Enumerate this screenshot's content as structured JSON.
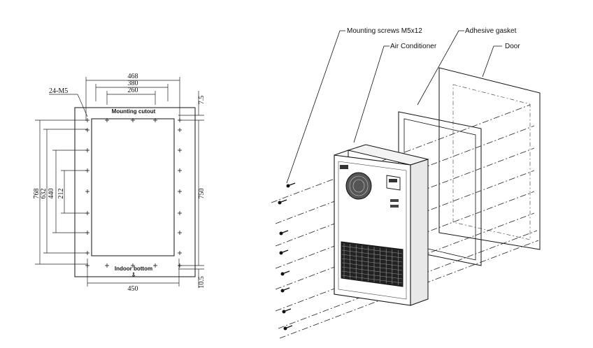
{
  "drawing": {
    "screw_spec": "24-M5",
    "cutout_label": "Mounting cutout",
    "bottom_label": "Indoor bottom",
    "dims_top": [
      "468",
      "380",
      "260"
    ],
    "dim_bottom": "450",
    "dims_left": [
      "768",
      "632",
      "440",
      "212"
    ],
    "dim_right_750": "750",
    "dim_right_top": "7.5",
    "dim_right_bottom": "10.5"
  },
  "exploded": {
    "callouts": {
      "screws": "Mounting screws M5x12",
      "unit": "Air Conditioner",
      "gasket": "Adhesive gasket",
      "door": "Door"
    }
  }
}
